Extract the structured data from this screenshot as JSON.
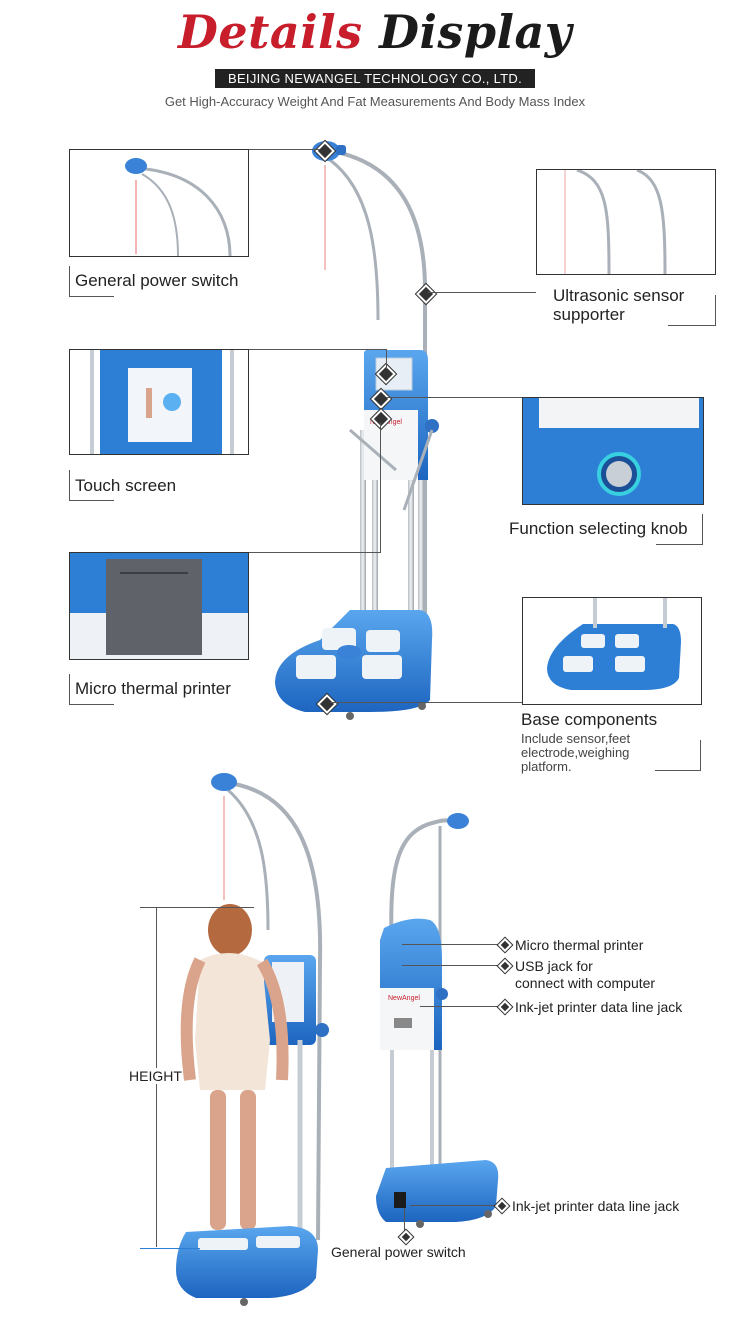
{
  "header": {
    "title_word1": "Details",
    "title_word2": "Display",
    "company": "BEIJING NEWANGEL TECHNOLOGY CO., LTD.",
    "subtitle": "Get High-Accuracy Weight And Fat Measurements And Body Mass Index"
  },
  "callouts": {
    "general_power_switch": "General power switch",
    "ultrasonic_line1": "Ultrasonic sensor",
    "ultrasonic_line2": "supporter",
    "touch_screen": "Touch screen",
    "function_knob": "Function selecting knob",
    "micro_thermal_printer": "Micro thermal printer",
    "base_components": "Base components",
    "base_desc_line1": "Include sensor,feet",
    "base_desc_line2": "electrode,weighing",
    "base_desc_line3": "platform."
  },
  "lower": {
    "height_label": "HEIGHT",
    "micro_thermal_printer": "Micro thermal printer",
    "usb_line1": "USB jack for",
    "usb_line2": "connect with computer",
    "inkjet_jack_1": "Ink-jet printer data line jack",
    "inkjet_jack_2": "Ink-jet printer data line jack",
    "general_power_switch": "General power switch"
  },
  "colors": {
    "title_red": "#c81e2c",
    "device_blue": "#2d7fd6",
    "frame": "#333333"
  }
}
